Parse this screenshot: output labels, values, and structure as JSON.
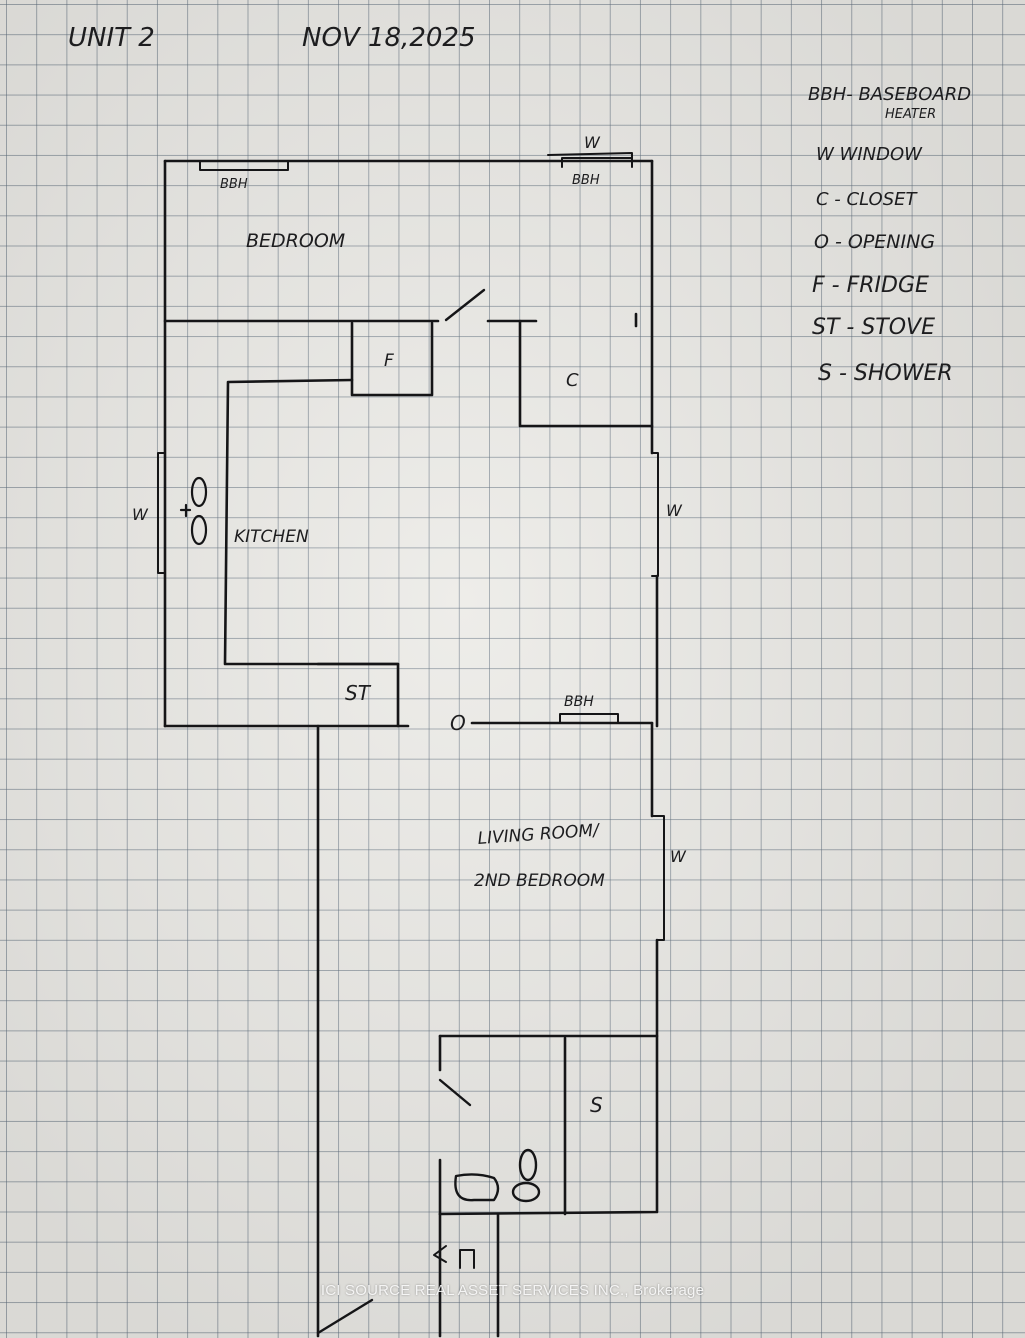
{
  "header": {
    "unit": "UNIT 2",
    "date": "NOV 18,2025"
  },
  "legend": [
    {
      "line1": "BBH- BASEBOARD",
      "line2": "HEATER"
    },
    {
      "line1": "W   WINDOW"
    },
    {
      "line1": "C - CLOSET"
    },
    {
      "line1": "O - OPENING"
    },
    {
      "line1": "F - FRIDGE"
    },
    {
      "line1": "ST - STOVE"
    },
    {
      "line1": "S - SHOWER"
    }
  ],
  "rooms": {
    "bedroom": "BEDROOM",
    "kitchen": "KITCHEN",
    "living_line1": "LIVING ROOM/",
    "living_line2": "2ND BEDROOM"
  },
  "marks": {
    "bbh": "BBH",
    "window": "W",
    "fridge": "F",
    "closet": "C",
    "stove": "ST",
    "opening": "O",
    "shower": "S"
  },
  "watermark": "ICI SOURCE REAL ASSET SERVICES INC., Brokerage"
}
